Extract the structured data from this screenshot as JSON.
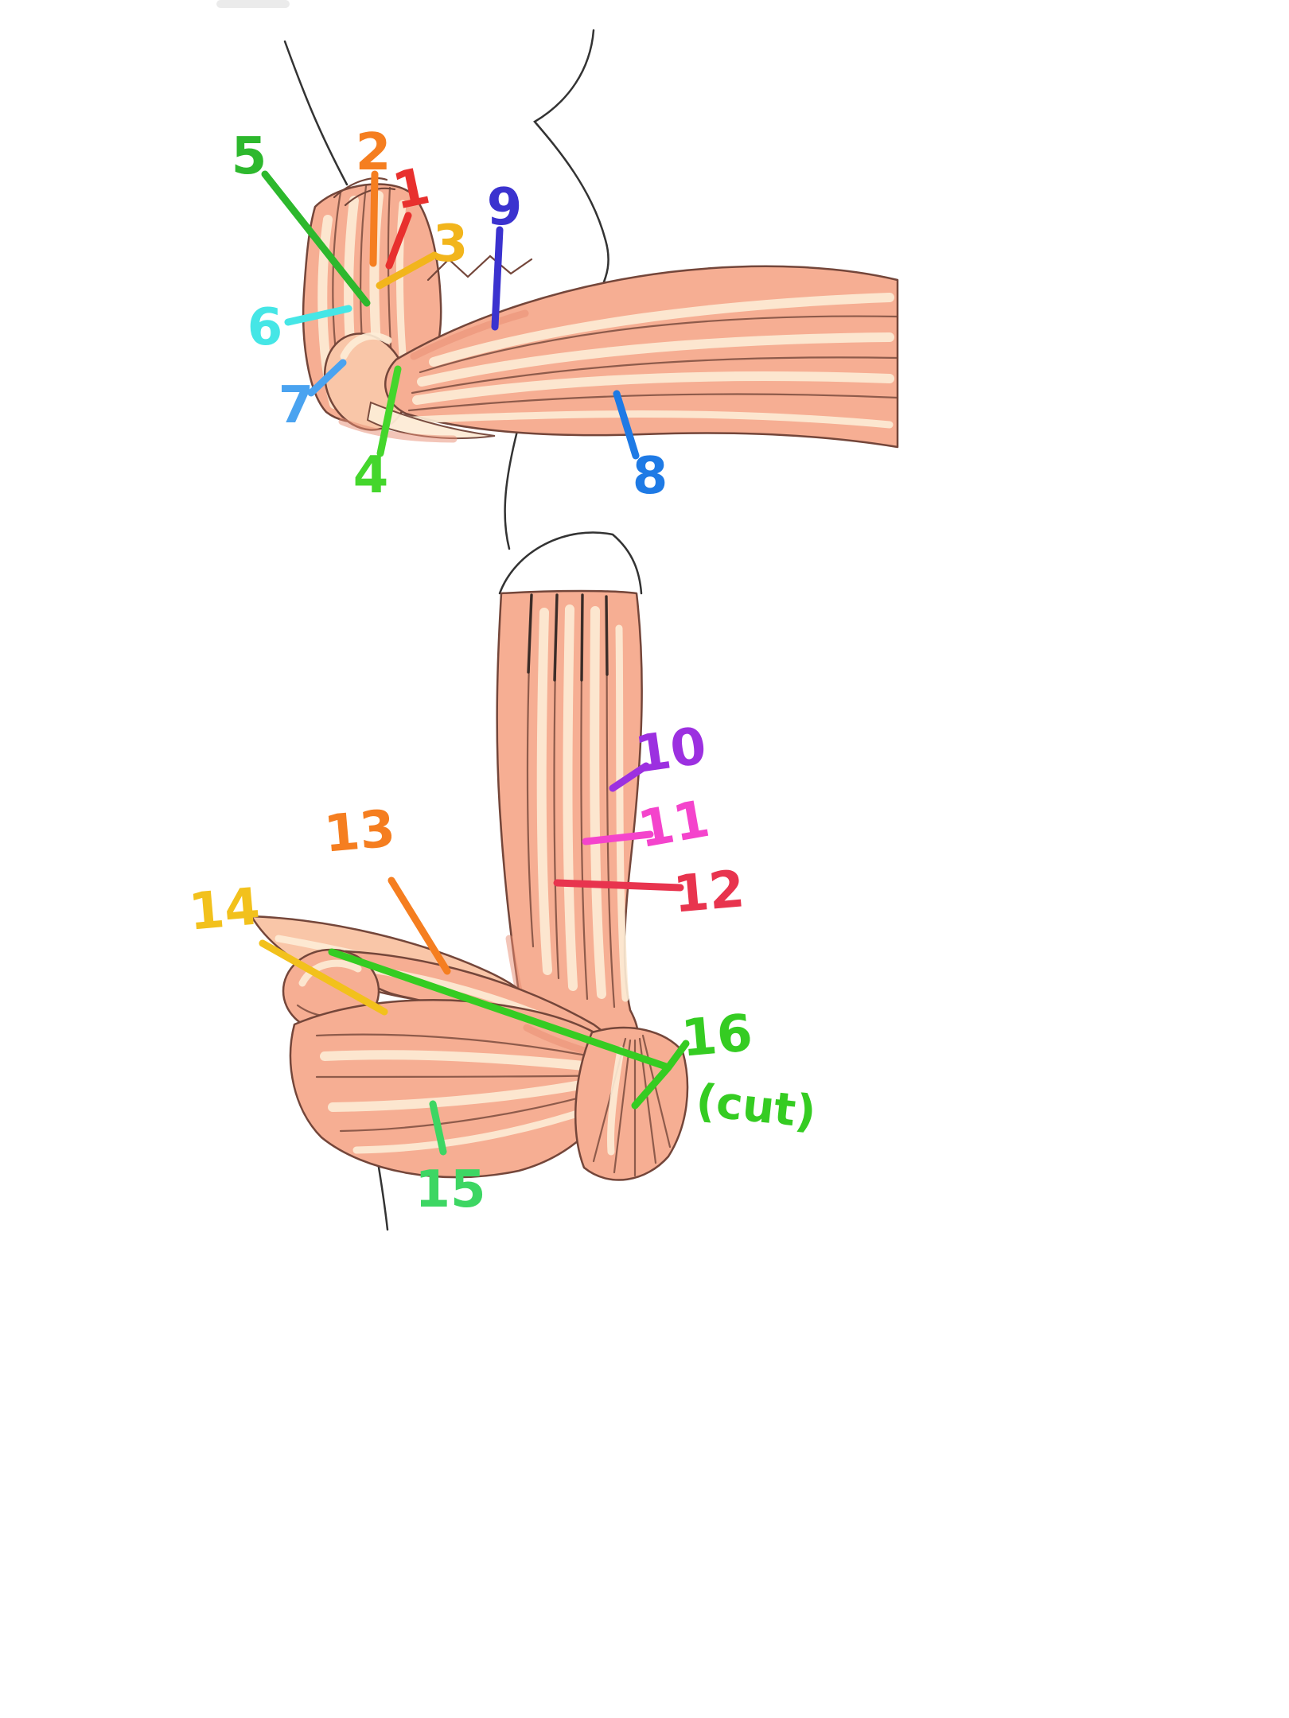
{
  "art": {
    "background": "#ffffff",
    "muscle_fill": "#f6ae93",
    "muscle_fill_light": "#f9c6a8",
    "muscle_highlight": "#fdecd6",
    "muscle_shadow": "#e88b72",
    "outline": "#74463a",
    "sketch_line": "#333333"
  },
  "labels": [
    {
      "number": "1",
      "color": "#e8302e"
    },
    {
      "number": "2",
      "color": "#f57e20"
    },
    {
      "number": "3",
      "color": "#f2b51c"
    },
    {
      "number": "4",
      "color": "#44d62c"
    },
    {
      "number": "5",
      "color": "#2db82d"
    },
    {
      "number": "6",
      "color": "#45e6e6"
    },
    {
      "number": "7",
      "color": "#4aa3f0"
    },
    {
      "number": "8",
      "color": "#1e7ae5"
    },
    {
      "number": "9",
      "color": "#3b32cf"
    },
    {
      "number": "10",
      "color": "#9c30e0"
    },
    {
      "number": "11",
      "color": "#f444cc"
    },
    {
      "number": "12",
      "color": "#e8344e"
    },
    {
      "number": "13",
      "color": "#f57e20"
    },
    {
      "number": "14",
      "color": "#f2c11c"
    },
    {
      "number": "15",
      "color": "#3dd663"
    },
    {
      "number": "16",
      "color": "#35cc22",
      "note": "(cut)"
    }
  ]
}
